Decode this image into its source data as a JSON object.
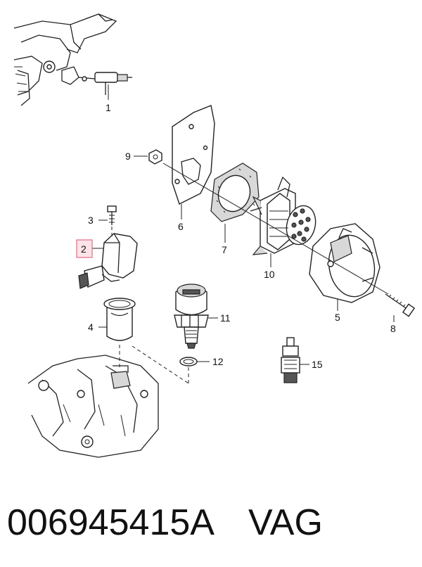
{
  "diagram": {
    "callouts": {
      "c1": "1",
      "c2": "2",
      "c3": "3",
      "c4": "4",
      "c5": "5",
      "c6": "6",
      "c7": "7",
      "c8": "8",
      "c9": "9",
      "c10": "10",
      "c11": "11",
      "c12": "12",
      "c15": "15"
    },
    "highlighted_callout": "2",
    "highlight_color": "#fde4e8"
  },
  "footer": {
    "part_number": "006945415A",
    "brand": "VAG"
  }
}
